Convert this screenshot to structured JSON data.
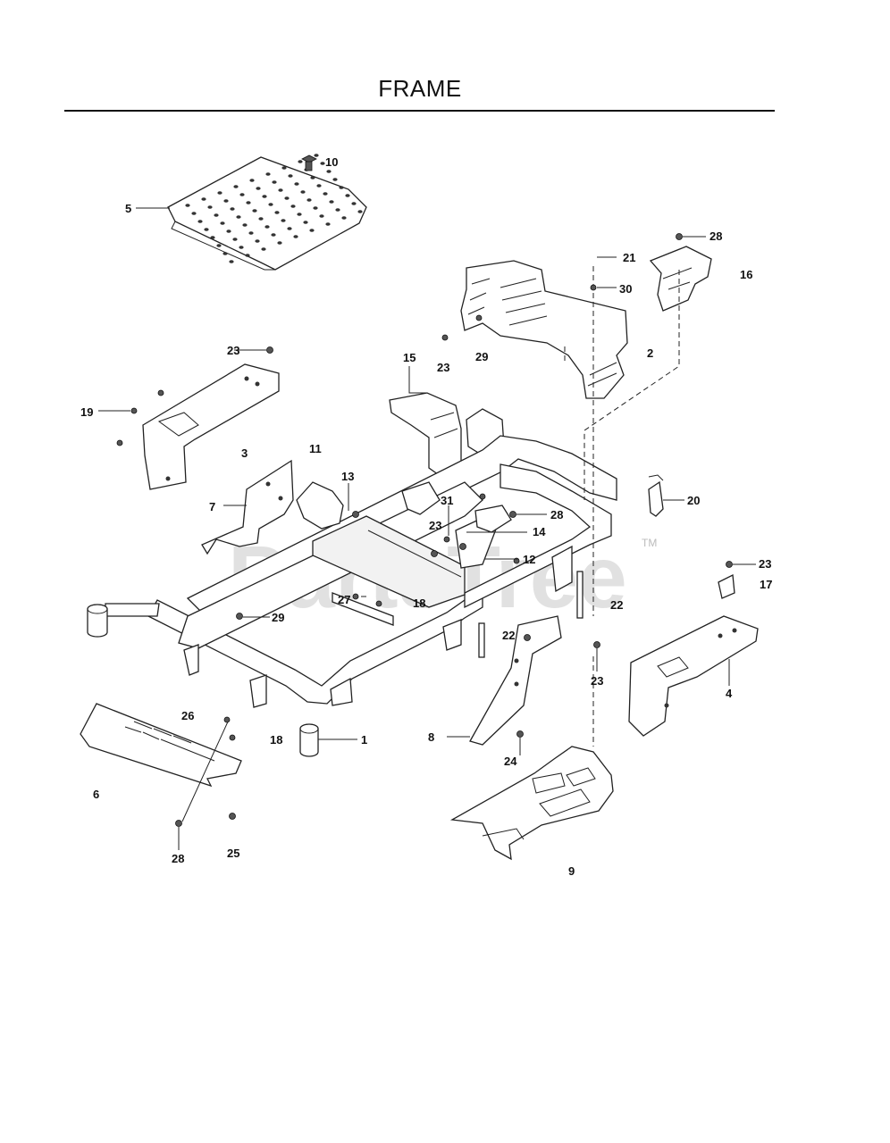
{
  "title": "FRAME",
  "watermark": {
    "text": "PartsTree",
    "tm": "TM"
  },
  "callouts": [
    {
      "id": "c10",
      "text": "10"
    },
    {
      "id": "c5",
      "text": "5"
    },
    {
      "id": "c28a",
      "text": "28"
    },
    {
      "id": "c21",
      "text": "21"
    },
    {
      "id": "c30",
      "text": "30"
    },
    {
      "id": "c16",
      "text": "16"
    },
    {
      "id": "c23a",
      "text": "23"
    },
    {
      "id": "c29a",
      "text": "29"
    },
    {
      "id": "c2",
      "text": "2"
    },
    {
      "id": "c15",
      "text": "15"
    },
    {
      "id": "c23b",
      "text": "23"
    },
    {
      "id": "c19",
      "text": "19"
    },
    {
      "id": "c3",
      "text": "3"
    },
    {
      "id": "c11",
      "text": "11"
    },
    {
      "id": "c13",
      "text": "13"
    },
    {
      "id": "c7",
      "text": "7"
    },
    {
      "id": "c31",
      "text": "31"
    },
    {
      "id": "c20",
      "text": "20"
    },
    {
      "id": "c28b",
      "text": "28"
    },
    {
      "id": "c23c",
      "text": "23"
    },
    {
      "id": "c14",
      "text": "14"
    },
    {
      "id": "c12",
      "text": "12"
    },
    {
      "id": "c23d",
      "text": "23"
    },
    {
      "id": "c17",
      "text": "17"
    },
    {
      "id": "c27",
      "text": "27"
    },
    {
      "id": "c18a",
      "text": "18"
    },
    {
      "id": "c22a",
      "text": "22"
    },
    {
      "id": "c29b",
      "text": "29"
    },
    {
      "id": "c22b",
      "text": "22"
    },
    {
      "id": "c23e",
      "text": "23"
    },
    {
      "id": "c4",
      "text": "4"
    },
    {
      "id": "c26",
      "text": "26"
    },
    {
      "id": "c8",
      "text": "8"
    },
    {
      "id": "c18b",
      "text": "18"
    },
    {
      "id": "c1",
      "text": "1"
    },
    {
      "id": "c24",
      "text": "24"
    },
    {
      "id": "c6",
      "text": "6"
    },
    {
      "id": "c28c",
      "text": "28"
    },
    {
      "id": "c25",
      "text": "25"
    },
    {
      "id": "c9",
      "text": "9"
    }
  ]
}
